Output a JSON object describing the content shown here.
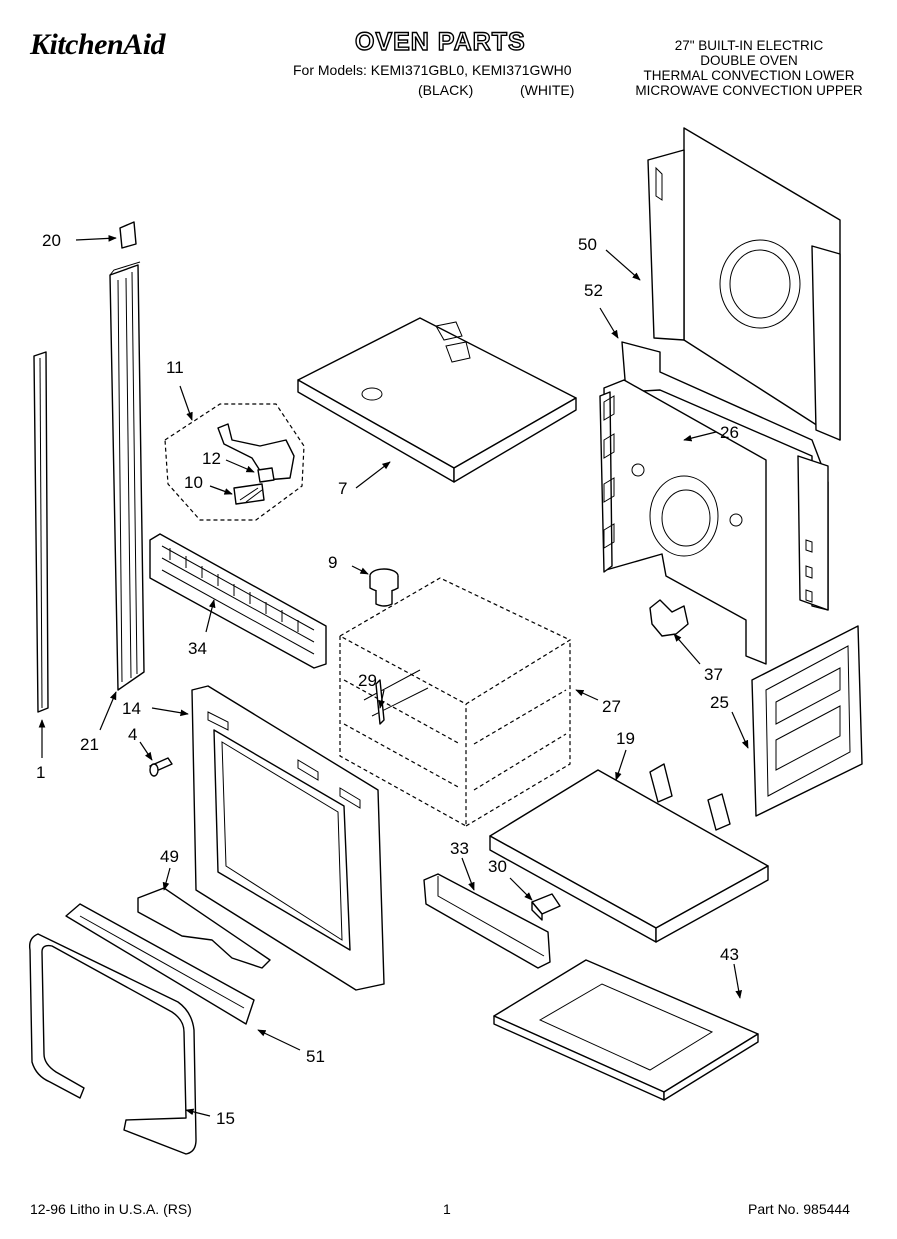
{
  "header": {
    "brand": "KitchenAid",
    "title": "OVEN PARTS",
    "models_line": "For Models: KEMI371GBL0, KEMI371GWH0",
    "color_black": "(BLACK)",
    "color_white": "(WHITE)",
    "description": [
      "27\" BUILT-IN ELECTRIC",
      "DOUBLE OVEN",
      "THERMAL CONVECTION LOWER",
      "MICROWAVE CONVECTION UPPER"
    ]
  },
  "callouts": {
    "p1": "1",
    "p4": "4",
    "p7": "7",
    "p9": "9",
    "p10": "10",
    "p11": "11",
    "p12": "12",
    "p14": "14",
    "p15": "15",
    "p19": "19",
    "p20": "20",
    "p21": "21",
    "p25": "25",
    "p26": "26",
    "p27": "27",
    "p29": "29",
    "p30": "30",
    "p33": "33",
    "p34": "34",
    "p37": "37",
    "p43": "43",
    "p49": "49",
    "p50": "50",
    "p51": "51",
    "p52": "52"
  },
  "footer": {
    "print_info": "12-96 Litho in U.S.A. (RS)",
    "page_number": "1",
    "part_number": "Part No. 985444"
  }
}
